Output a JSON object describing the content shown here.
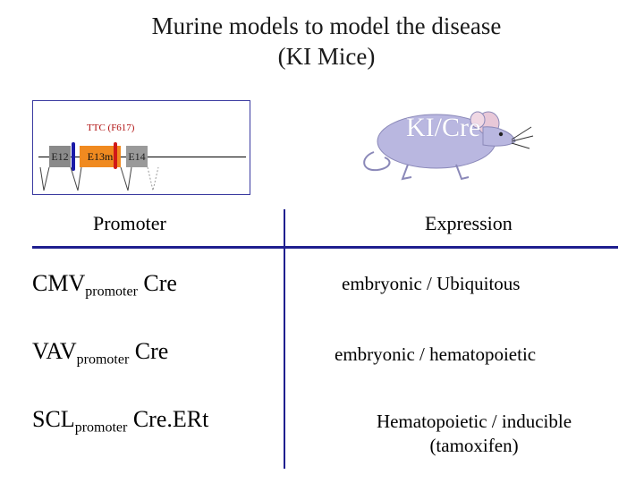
{
  "slide": {
    "title_line1": "Murine models to model the disease",
    "title_line2": "(KI Mice)"
  },
  "gene_diagram": {
    "mutation_label": "TTC (F617)",
    "exons": [
      "E12",
      "E13m",
      "E14"
    ]
  },
  "mouse_badge": {
    "label": "KI/Cre",
    "icon": "mouse-icon"
  },
  "table": {
    "headers": {
      "left": "Promoter",
      "right": "Expression"
    },
    "subscript": "promoter",
    "rows": [
      {
        "prefix": "CMV",
        "suffix": "Cre",
        "expression": "embryonic / Ubiquitous"
      },
      {
        "prefix": "VAV",
        "suffix": "Cre",
        "expression": "embryonic / hematopoietic"
      },
      {
        "prefix": "SCL",
        "suffix": "Cre.ERt",
        "expression_line1": "Hematopoietic / inducible",
        "expression_line2": "(tamoxifen)"
      }
    ]
  },
  "colors": {
    "rule": "#1f1f8f",
    "exon_mutant": "#f08a20",
    "mouse_body": "#b9b7e0"
  }
}
